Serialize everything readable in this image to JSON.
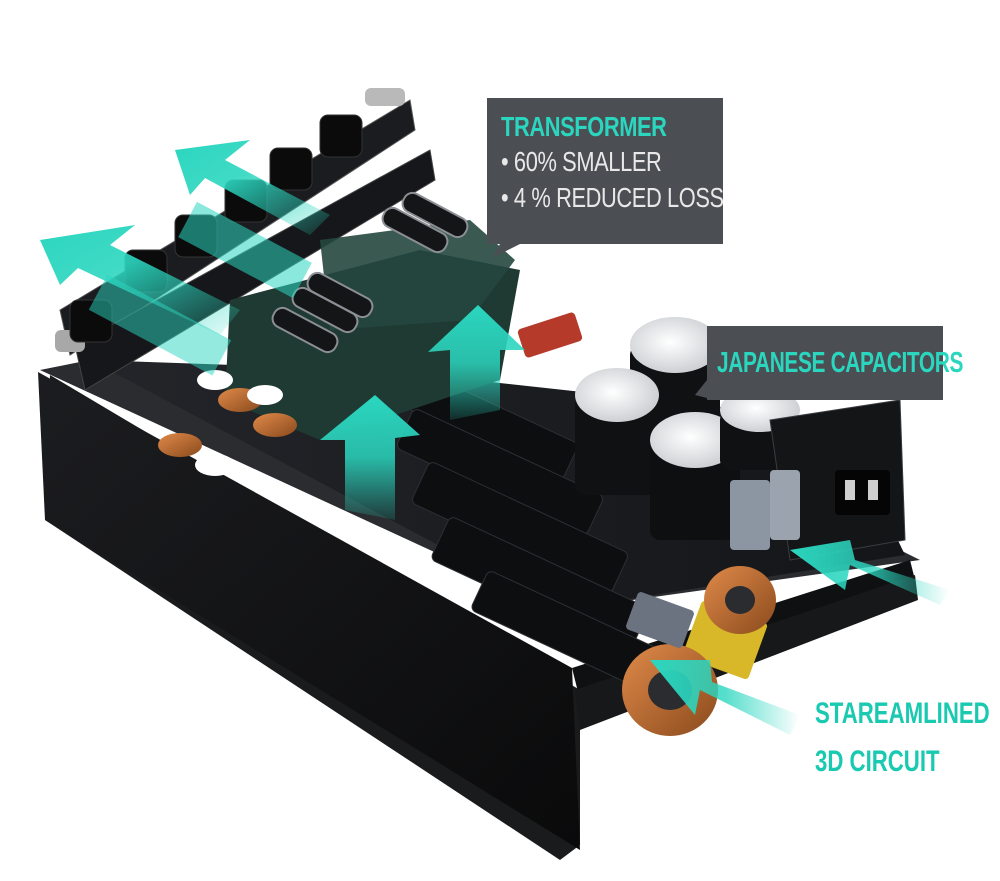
{
  "callouts": {
    "transformer": {
      "title": "TRANSFORMER",
      "bullets": [
        "• 60% SMALLER",
        "• 4 % REDUCED LOSS"
      ]
    },
    "capacitors": {
      "title": "JAPANESE CAPACITORS"
    },
    "circuit": {
      "line1": "STAREAMLINED",
      "line2": "3D CIRCUIT"
    }
  },
  "colors": {
    "accent": "#2bd6bf",
    "callout_bg": "#4b4f54",
    "board": "#111214"
  }
}
